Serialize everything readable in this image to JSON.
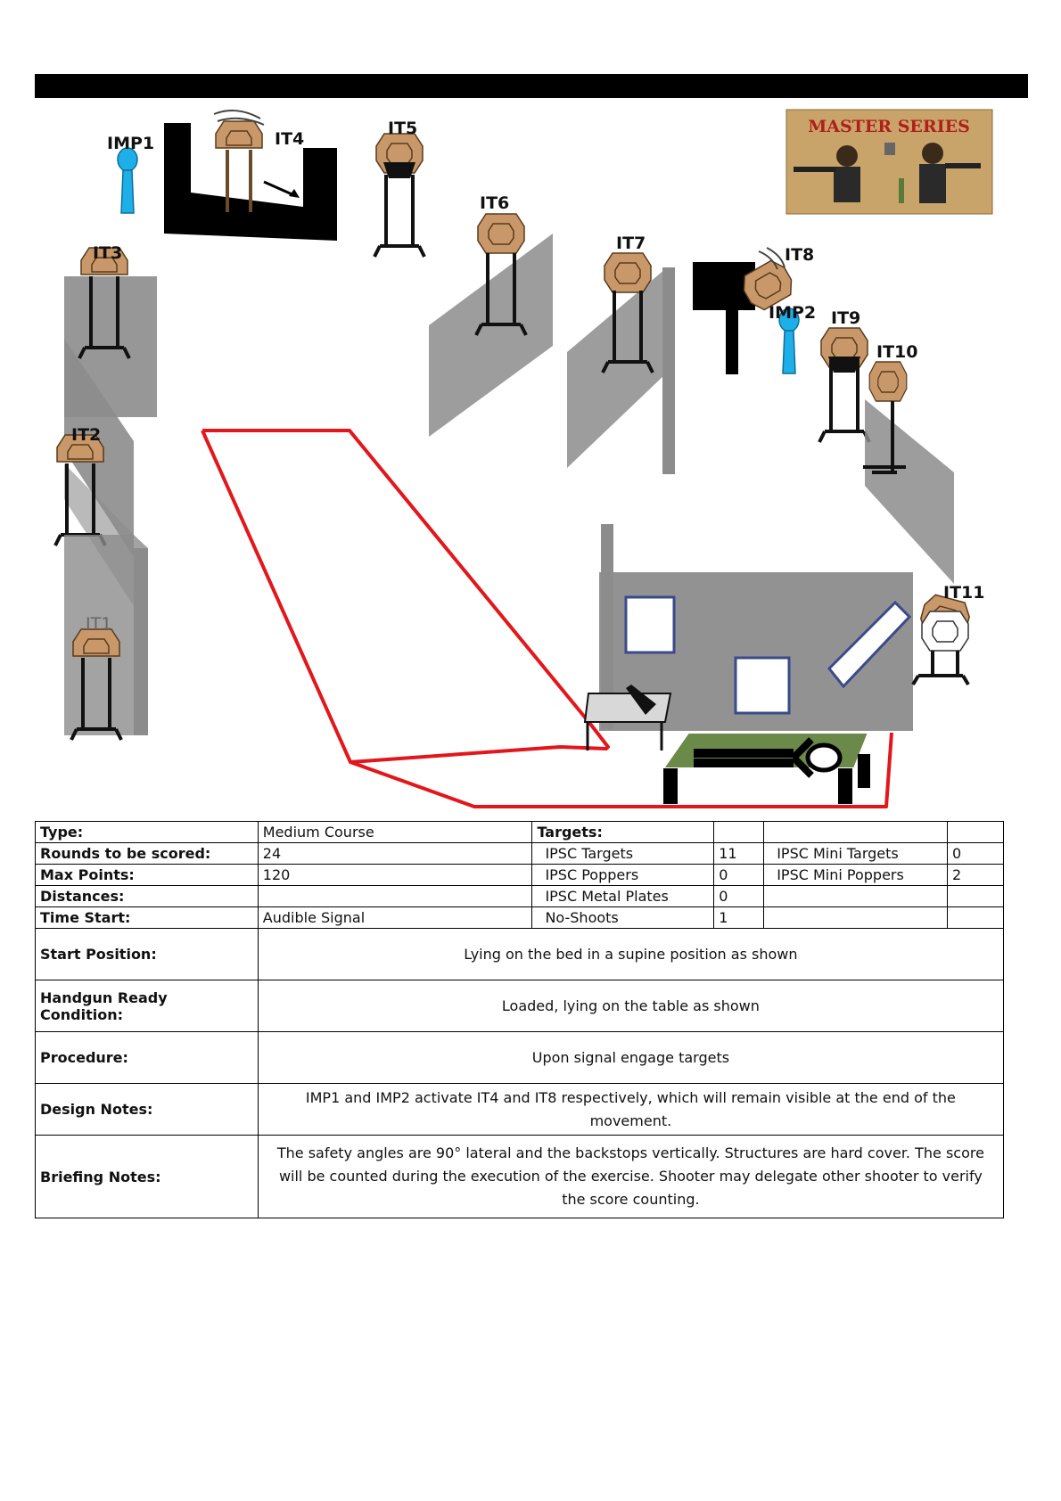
{
  "labels": {
    "imp1": "IMP1",
    "it4": "IT4",
    "it5": "IT5",
    "it6": "IT6",
    "it3": "IT3",
    "it7": "IT7",
    "it8": "IT8",
    "imp2": "IMP2",
    "it9": "IT9",
    "it10": "IT10",
    "it2": "IT2",
    "it1": "IT1",
    "it11": "IT11"
  },
  "logo": {
    "title": "MASTER SERIES"
  },
  "colors": {
    "target": "#c8986a",
    "popper": "#1eaee8",
    "shadow": "#8c8c8c",
    "fault_line": "#e3161b",
    "no_shoot": "#ffffff"
  },
  "specs": {
    "type_label": "Type:",
    "type_value": "Medium Course",
    "rounds_label": "Rounds to be scored:",
    "rounds_value": "24",
    "max_label": "Max Points:",
    "max_value": "120",
    "distances_label": "Distances:",
    "distances_value": "",
    "time_label": "Time Start:",
    "time_value": "Audible Signal",
    "targets_label": "Targets:",
    "ipsc_targets_label": "IPSC Targets",
    "ipsc_targets_value": "11",
    "ipsc_poppers_label": "IPSC Poppers",
    "ipsc_poppers_value": "0",
    "ipsc_metal_label": "IPSC Metal Plates",
    "ipsc_metal_value": "0",
    "noshoots_label": "No-Shoots",
    "noshoots_value": "1",
    "mini_targets_label": "IPSC Mini Targets",
    "mini_targets_value": "0",
    "mini_poppers_label": "IPSC Mini Poppers",
    "mini_poppers_value": "2",
    "start_label": "Start Position:",
    "start_value": "Lying on the bed in a supine position as shown",
    "ready_label": "Handgun Ready Condition:",
    "ready_value": "Loaded, lying on the table as shown",
    "procedure_label": "Procedure:",
    "procedure_value": "Upon signal engage targets",
    "design_label": "Design Notes:",
    "design_value": "IMP1 and IMP2 activate IT4 and IT8 respectively, which will remain visible at the end of the movement.",
    "briefing_label": "Briefing Notes:",
    "briefing_value": "The safety angles are 90° lateral and the backstops vertically. Structures are hard cover.  The score will be counted during the execution of the exercise.  Shooter may delegate other shooter to verify the score counting."
  }
}
